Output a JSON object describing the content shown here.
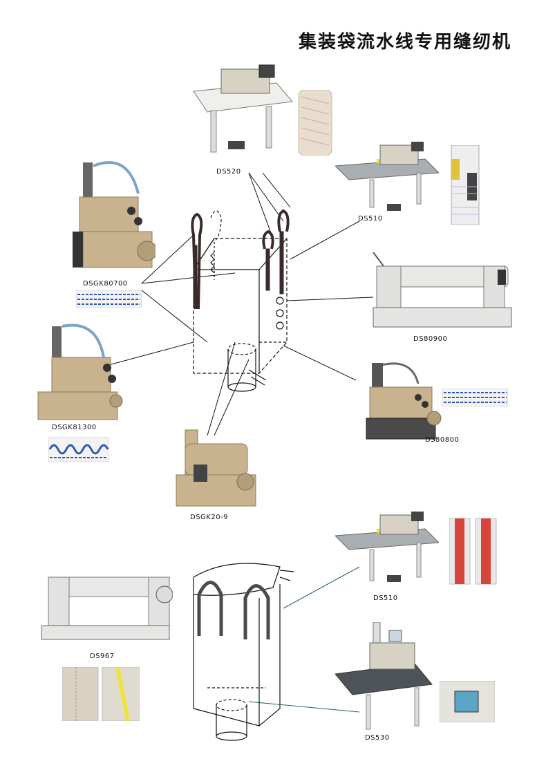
{
  "title": "集装袋流水线专用缝纫机",
  "models": {
    "ds520": "DS520",
    "ds510_top": "DS510",
    "dsgk80700": "DSGK80700",
    "ds80900": "DS80900",
    "dsgk81300": "DSGK81300",
    "ds80800": "DS80800",
    "dsgk20_9": "DSGK20-9",
    "ds510_bottom": "DS510",
    "ds967": "DS967",
    "ds530": "DS530"
  },
  "colors": {
    "machine_tan": "#c8b38e",
    "machine_white": "#e8e8e6",
    "stitch_blue": "#2a57b8",
    "loop_dark": "#3a2a2a",
    "fabric_gray": "#d9d2c3",
    "strap_red": "#d6443a",
    "strap_yellow": "#f0e23a",
    "guide_green": "#1f6b3a"
  }
}
